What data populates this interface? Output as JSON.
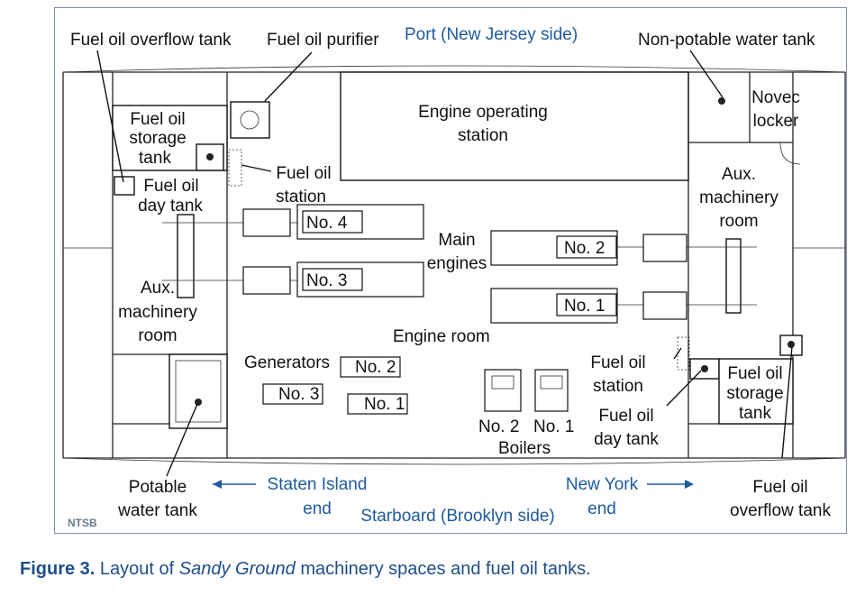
{
  "orientation": {
    "port": "Port (New Jersey side)",
    "starboard": "Starboard (Brooklyn side)",
    "staten_island_end": [
      "Staten Island",
      "end"
    ],
    "new_york_end": [
      "New York",
      "end"
    ]
  },
  "labels": {
    "fuel_oil_overflow_tank_top": "Fuel oil overflow tank",
    "fuel_oil_purifier": "Fuel oil purifier",
    "non_potable_water_tank": "Non-potable water tank",
    "novec_locker": [
      "Novec",
      "locker"
    ],
    "engine_operating_station": [
      "Engine operating",
      "station"
    ],
    "fuel_oil_storage_tank_left": [
      "Fuel oil",
      "storage",
      "tank"
    ],
    "fuel_oil_day_tank_left": [
      "Fuel oil",
      "day tank"
    ],
    "fuel_oil_station_left": [
      "Fuel oil",
      "station"
    ],
    "aux_machinery_room_right": [
      "Aux.",
      "machinery",
      "room"
    ],
    "aux_machinery_room_left": [
      "Aux.",
      "machinery",
      "room"
    ],
    "main_engines": [
      "Main",
      "engines"
    ],
    "engine_room": "Engine room",
    "generators": "Generators",
    "fuel_oil_station_right": [
      "Fuel oil",
      "station"
    ],
    "fuel_oil_day_tank_right": [
      "Fuel oil",
      "day tank"
    ],
    "fuel_oil_storage_tank_right": [
      "Fuel oil",
      "storage",
      "tank"
    ],
    "fuel_oil_overflow_tank_bottom": [
      "Fuel oil",
      "overflow tank"
    ],
    "potable_water_tank": [
      "Potable",
      "water tank"
    ],
    "boilers": "Boilers"
  },
  "engines": {
    "no4": "No. 4",
    "no3": "No. 3",
    "no2": "No. 2",
    "no1": "No. 1"
  },
  "generators": {
    "no2": "No. 2",
    "no3": "No. 3",
    "no1": "No. 1"
  },
  "boilers": {
    "no2": "No. 2",
    "no1": "No. 1"
  },
  "logo": "NTSB",
  "caption": {
    "figure": "Figure 3.",
    "text_before": "Layout of",
    "vessel": "Sandy Ground",
    "text_after": "machinery spaces and fuel oil tanks."
  },
  "colors": {
    "label_blue": "#1f5a9c",
    "caption_blue": "#1f4e87",
    "frame": "#7f8fa3"
  }
}
